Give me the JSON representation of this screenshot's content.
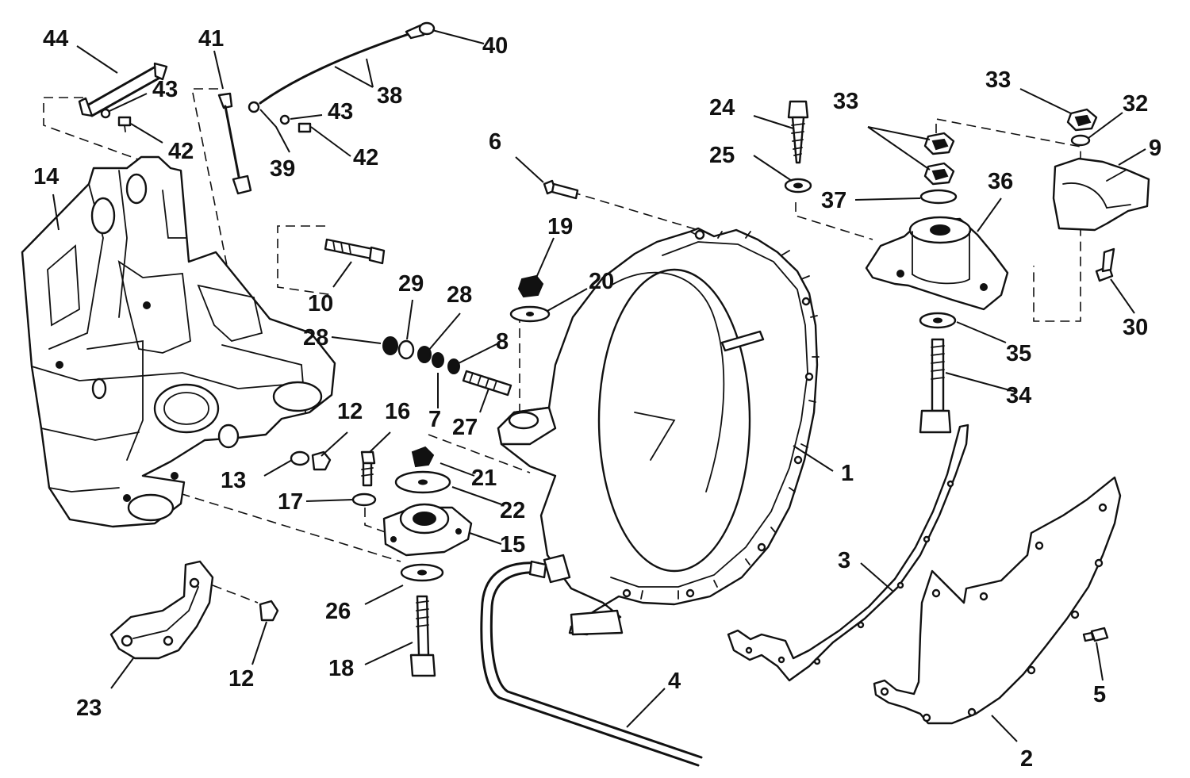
{
  "callouts": [
    {
      "id": "c1",
      "text": "1"
    },
    {
      "id": "c2",
      "text": "2"
    },
    {
      "id": "c3",
      "text": "3"
    },
    {
      "id": "c4",
      "text": "4"
    },
    {
      "id": "c5",
      "text": "5"
    },
    {
      "id": "c6",
      "text": "6"
    },
    {
      "id": "c7",
      "text": "7"
    },
    {
      "id": "c8",
      "text": "8"
    },
    {
      "id": "c9",
      "text": "9"
    },
    {
      "id": "c10",
      "text": "10"
    },
    {
      "id": "c12a",
      "text": "12"
    },
    {
      "id": "c12b",
      "text": "12"
    },
    {
      "id": "c13",
      "text": "13"
    },
    {
      "id": "c14",
      "text": "14"
    },
    {
      "id": "c15",
      "text": "15"
    },
    {
      "id": "c16",
      "text": "16"
    },
    {
      "id": "c17",
      "text": "17"
    },
    {
      "id": "c18",
      "text": "18"
    },
    {
      "id": "c19",
      "text": "19"
    },
    {
      "id": "c20",
      "text": "20"
    },
    {
      "id": "c21",
      "text": "21"
    },
    {
      "id": "c22",
      "text": "22"
    },
    {
      "id": "c23",
      "text": "23"
    },
    {
      "id": "c24",
      "text": "24"
    },
    {
      "id": "c25",
      "text": "25"
    },
    {
      "id": "c26",
      "text": "26"
    },
    {
      "id": "c27",
      "text": "27"
    },
    {
      "id": "c28a",
      "text": "28"
    },
    {
      "id": "c28b",
      "text": "28"
    },
    {
      "id": "c29",
      "text": "29"
    },
    {
      "id": "c30",
      "text": "30"
    },
    {
      "id": "c32",
      "text": "32"
    },
    {
      "id": "c33a",
      "text": "33"
    },
    {
      "id": "c33b",
      "text": "33"
    },
    {
      "id": "c34",
      "text": "34"
    },
    {
      "id": "c35",
      "text": "35"
    },
    {
      "id": "c36",
      "text": "36"
    },
    {
      "id": "c37",
      "text": "37"
    },
    {
      "id": "c38",
      "text": "38"
    },
    {
      "id": "c39",
      "text": "39"
    },
    {
      "id": "c40",
      "text": "40"
    },
    {
      "id": "c41",
      "text": "41"
    },
    {
      "id": "c42a",
      "text": "42"
    },
    {
      "id": "c42b",
      "text": "42"
    },
    {
      "id": "c43a",
      "text": "43"
    },
    {
      "id": "c43b",
      "text": "43"
    },
    {
      "id": "c44",
      "text": "44"
    }
  ]
}
